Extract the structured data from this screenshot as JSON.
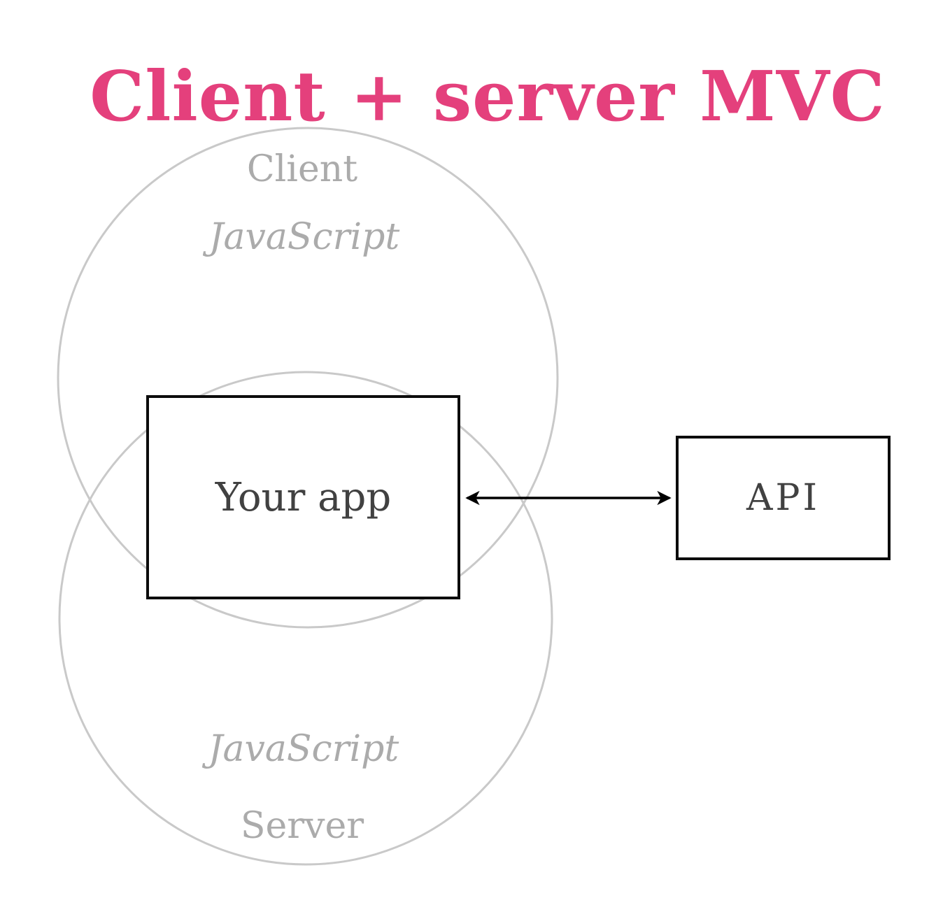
{
  "title": "Client + server MVC",
  "colors": {
    "title_pink": "#e4407c",
    "muted_gray_text": "#ababab",
    "circle_stroke": "#c9c9c9",
    "box_text_dark": "#414141",
    "box_border": "#0c0c0c",
    "arrow": "#000000",
    "background": "#ffffff"
  },
  "diagram": {
    "client_circle": {
      "name_label": "Client",
      "language_label": "JavaScript"
    },
    "server_circle": {
      "language_label": "JavaScript",
      "name_label": "Server"
    },
    "app_box": {
      "label": "Your app"
    },
    "api_box": {
      "label": "API"
    },
    "connection": {
      "type": "bidirectional-arrow"
    }
  }
}
